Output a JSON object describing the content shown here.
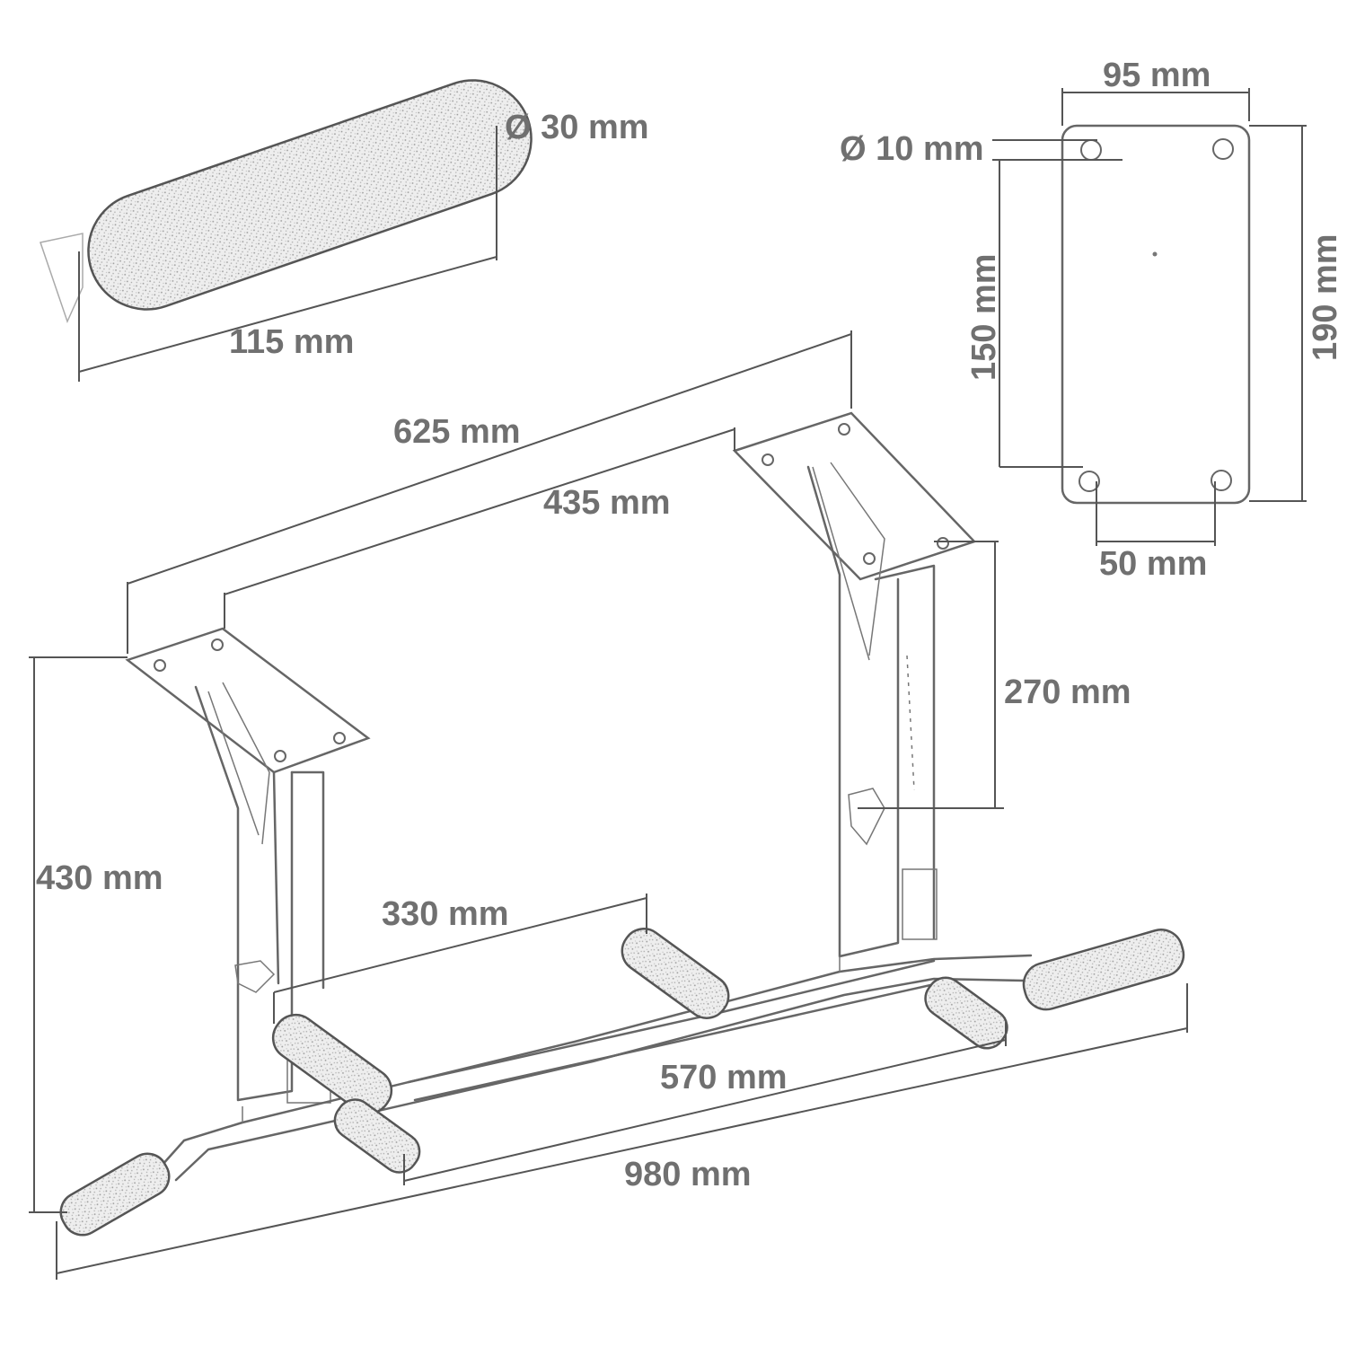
{
  "dimensions": {
    "grip_diameter": "Ø 30 mm",
    "grip_length": "115 mm",
    "plate_width": "95 mm",
    "hole_diameter": "Ø 10 mm",
    "hole_spacing_vertical": "150 mm",
    "plate_height": "190 mm",
    "hole_spacing_horizontal": "50 mm",
    "outer_plate_span": "625 mm",
    "inner_plate_span": "435 mm",
    "drop_height": "270 mm",
    "total_height": "430 mm",
    "inner_grip_span": "330 mm",
    "side_grip_span": "570 mm",
    "total_length": "980 mm"
  },
  "colors": {
    "line": "#555555",
    "text": "#707070",
    "background": "#ffffff"
  }
}
